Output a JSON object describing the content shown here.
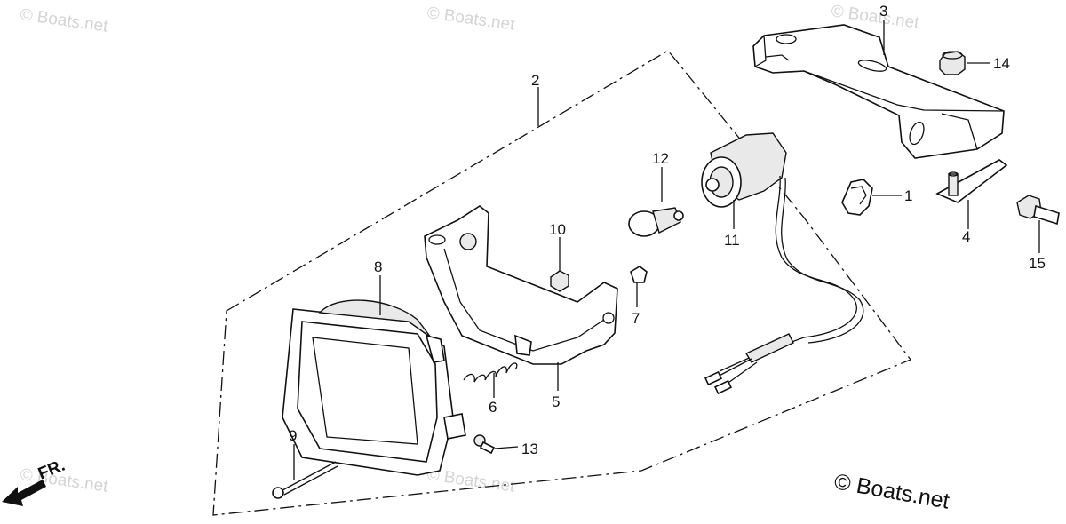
{
  "watermark": {
    "text": "© Boats.net",
    "credit": "© Boats.net"
  },
  "direction": {
    "label": "FR."
  },
  "callouts": [
    {
      "id": "c1",
      "number": "1"
    },
    {
      "id": "c2",
      "number": "2"
    },
    {
      "id": "c3",
      "number": "3"
    },
    {
      "id": "c4",
      "number": "4"
    },
    {
      "id": "c5",
      "number": "5"
    },
    {
      "id": "c6",
      "number": "6"
    },
    {
      "id": "c7",
      "number": "7"
    },
    {
      "id": "c8",
      "number": "8"
    },
    {
      "id": "c9",
      "number": "9"
    },
    {
      "id": "c10",
      "number": "10"
    },
    {
      "id": "c11",
      "number": "11"
    },
    {
      "id": "c12",
      "number": "12"
    },
    {
      "id": "c13",
      "number": "13"
    },
    {
      "id": "c14",
      "number": "14"
    },
    {
      "id": "c15",
      "number": "15"
    }
  ]
}
